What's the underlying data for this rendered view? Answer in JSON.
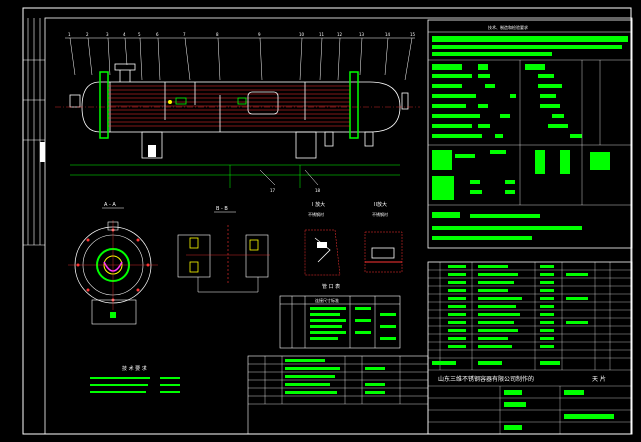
{
  "drawing": {
    "company": "山东三维不锈钢容器有限公司制作的",
    "view_a_title": "A - A",
    "view_b_title": "B - B",
    "detail_1": "I 放大",
    "detail_1_sub": "不锈钢衬",
    "detail_2": "II放大",
    "detail_2_sub": "不锈钢衬",
    "nozzle_table_title": "管 口 表",
    "nozzle_table_header": "连接尺寸标准",
    "tech_title": "技 术 要 求",
    "upper_table_title": "技术、制造和检验要求",
    "scale_label": "天 片",
    "part_numbers": [
      "1",
      "2",
      "3",
      "4",
      "5",
      "6",
      "7",
      "8",
      "9",
      "10",
      "11",
      "12",
      "13",
      "14",
      "15"
    ],
    "dim_labels": [
      "17",
      "18"
    ]
  },
  "colors": {
    "background": "#000000",
    "border": "#ffffff",
    "outline": "#ffffff",
    "tube": "#ff3333",
    "green": "#00ff00",
    "yellow": "#ffff00",
    "cyan": "#00ffff",
    "magenta": "#ff33ff"
  }
}
